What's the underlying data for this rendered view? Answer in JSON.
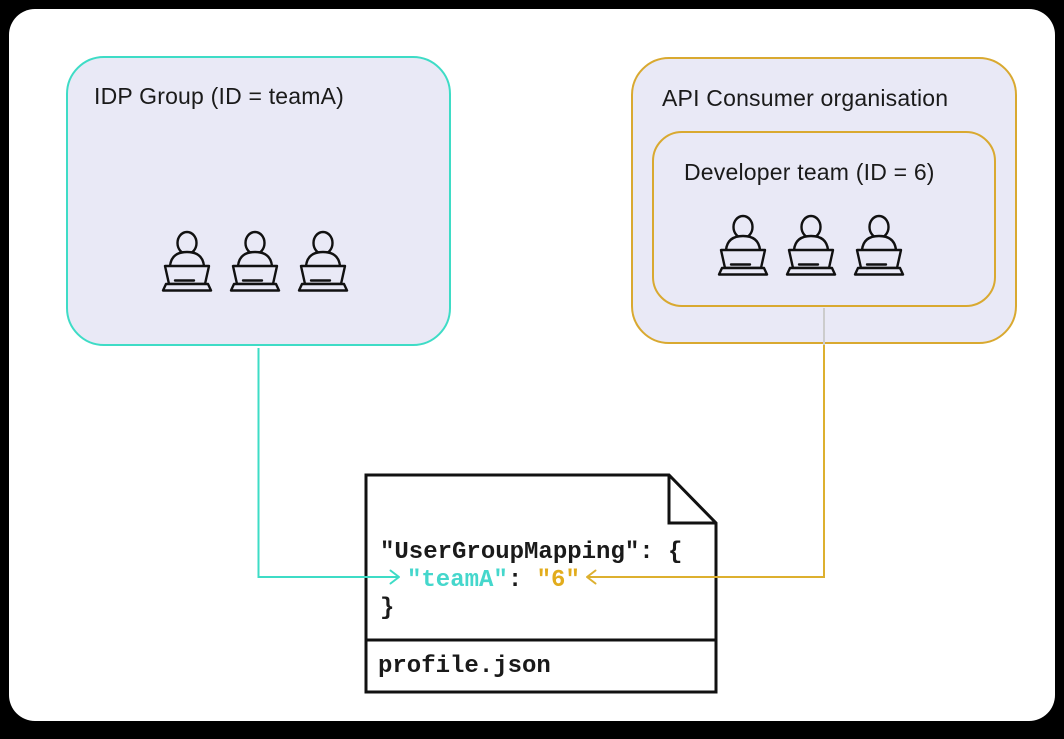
{
  "idp_group": {
    "title": "IDP Group (ID = teamA)",
    "member_count": 3
  },
  "api_org": {
    "title": "API Consumer organisation"
  },
  "dev_team": {
    "title": "Developer team (ID = 6)",
    "member_count": 3
  },
  "profile_file": {
    "line_open": "\"UserGroupMapping\": {",
    "key": "\"teamA\"",
    "separator": ": ",
    "value": "\"6\"",
    "line_close": "}",
    "filename": "profile.json"
  },
  "colors": {
    "teal": "#3EDCC6",
    "gold": "#DDB02F",
    "gold_border": "#D9A930",
    "teal_text": "#45D7CC",
    "gold_text": "#E2AC1C",
    "box_fill": "#E9E9F6",
    "gray_segment": "#CCCCCC",
    "outline": "#111111",
    "frame": "#000000"
  }
}
